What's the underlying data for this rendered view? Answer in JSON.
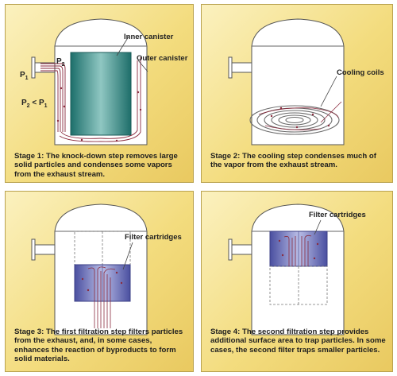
{
  "panels": [
    {
      "caption": "Stage 1: The knock-down step removes large solid particles and condenses some vapors from the exhaust stream.",
      "labels": {
        "inner": "Inner canister",
        "outer": "Outer canister"
      },
      "pressure": {
        "p1": "P",
        "p1_sub": "1",
        "p2": "P",
        "p2_sub": "2",
        "rel_a": "P",
        "rel_a_sub": "2",
        "rel_op": " < ",
        "rel_b": "P",
        "rel_b_sub": "1"
      }
    },
    {
      "caption": "Stage 2: The cooling step condenses much of the vapor from the exhaust stream.",
      "labels": {
        "coils": "Cooling coils"
      }
    },
    {
      "caption": "Stage 3: The first filtration step filters particles from the exhaust, and, in some cases, enhances the reaction of byproducts to form solid materials.",
      "labels": {
        "filters": "Filter cartridges"
      }
    },
    {
      "caption": "Stage 4: The second filtration step provides additional surface area to trap particles.  In some cases, the second filter traps smaller particles.",
      "labels": {
        "filters": "Filter cartridges"
      }
    }
  ]
}
